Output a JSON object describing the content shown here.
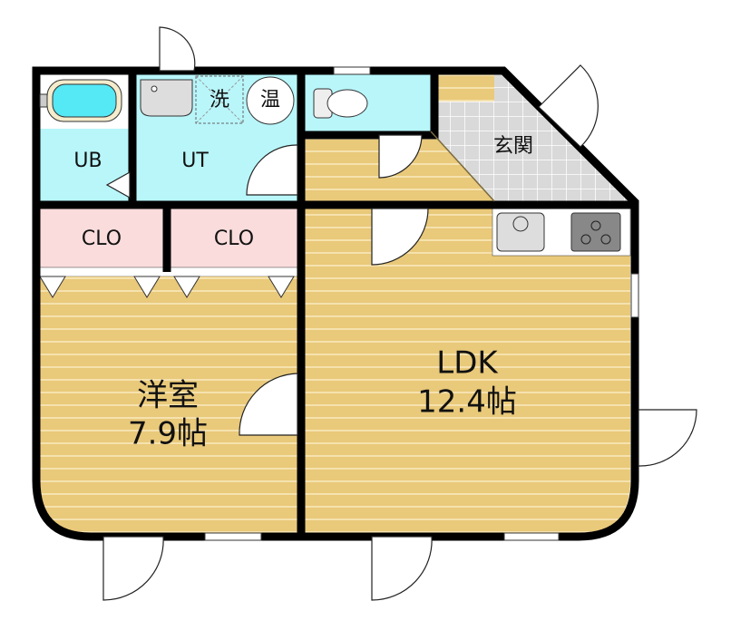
{
  "rooms": {
    "ub": "UB",
    "ut": "UT",
    "clo1": "CLO",
    "clo2": "CLO",
    "western_name": "洋室",
    "western_size": "7.9帖",
    "ldk_name": "LDK",
    "ldk_size": "12.4帖",
    "entrance": "玄関",
    "washer": "洗",
    "water_heater": "温"
  },
  "colors": {
    "floor": "#e9c97a",
    "wet": "#b8f6fa",
    "closet": "#fadcdc",
    "tile": "#d9d9d9",
    "wall": "#000000"
  }
}
